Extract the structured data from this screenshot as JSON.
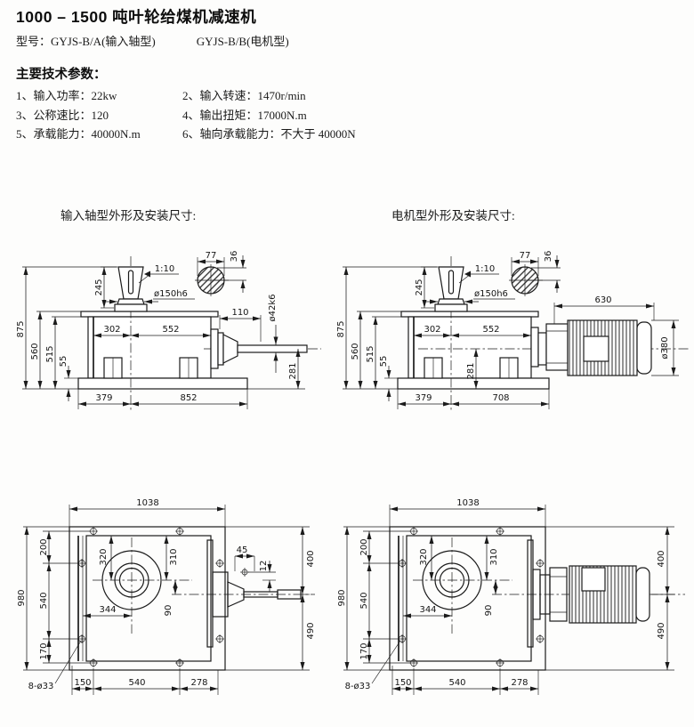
{
  "header": {
    "title": "1000 – 1500 吨叶轮给煤机减速机",
    "model_a": "型号：GYJS-B/A(输入轴型)",
    "model_b": "GYJS-B/B(电机型)"
  },
  "params": {
    "heading": "主要技术参数：",
    "col1": [
      "1、输入功率：22kw",
      "3、公称速比：120",
      "5、承载能力：40000N.m"
    ],
    "col2": [
      "2、输入转速：1470r/min",
      "4、输出扭矩：17000N.m",
      "6、轴向承载能力：不大于 40000N"
    ]
  },
  "sections": {
    "input_label": "输入轴型外形及安装尺寸:",
    "motor_label": "电机型外形及安装尺寸:"
  },
  "drawings": {
    "input_front": {
      "overall_height": "875",
      "flange_height": "560",
      "body_height": "515",
      "base_height": "55",
      "shaft_len": "245",
      "taper": "1:10",
      "input_dia": "ø150h6",
      "key_w": "77",
      "key_h": "36",
      "c_left": "302",
      "c_right": "552",
      "ext_len": "110",
      "out_dia": "ø42k6",
      "out_center": "281",
      "foot_left": "379",
      "foot_right": "852"
    },
    "motor_front": {
      "overall_height": "875",
      "flange_height": "560",
      "body_height": "515",
      "base_height": "55",
      "shaft_len": "245",
      "taper": "1:10",
      "input_dia": "ø150h6",
      "key_w": "77",
      "key_h": "36",
      "c_left": "302",
      "c_right": "552",
      "out_center": "281",
      "motor_len": "630",
      "motor_dia": "ø380",
      "foot_left": "379",
      "foot_right": "708"
    },
    "input_top": {
      "width": "1038",
      "depth": "980",
      "edge_top": "200",
      "edge_mid": "540",
      "edge_bot": "170",
      "hub_top_left": "320",
      "hub_top_right": "310",
      "hub_x": "344",
      "shaft_offset": "90",
      "key_x": "45",
      "key_y": "12",
      "right_top": "400",
      "right_bot": "490",
      "base_left": "150",
      "base_mid": "540",
      "base_right": "278",
      "holes": "8-ø33"
    },
    "motor_top": {
      "width": "1038",
      "depth": "980",
      "edge_top": "200",
      "edge_mid": "540",
      "edge_bot": "170",
      "hub_top_left": "320",
      "hub_top_right": "310",
      "hub_x": "344",
      "shaft_offset": "90",
      "right_top": "400",
      "right_bot": "490",
      "base_left": "150",
      "base_mid": "540",
      "base_right": "278",
      "holes": "8-ø33"
    }
  }
}
